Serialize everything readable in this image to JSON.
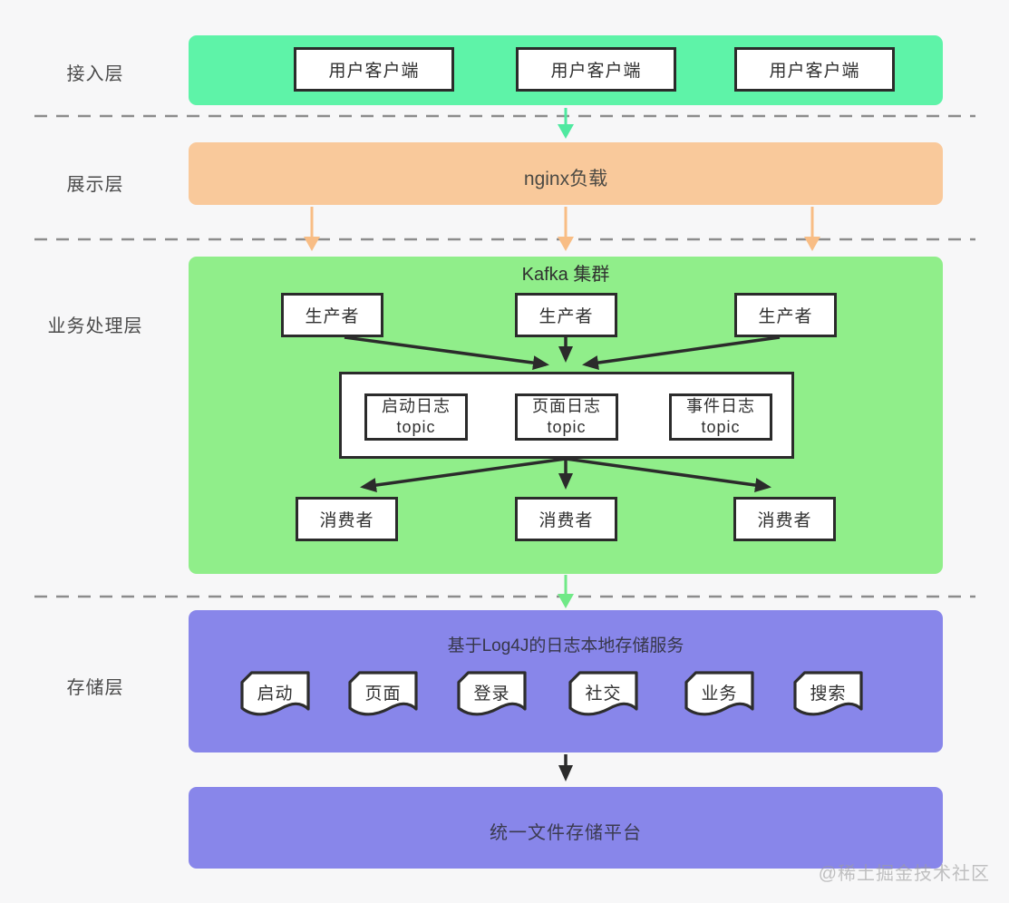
{
  "colors": {
    "bg": "#f7f7f8",
    "mint": "#5ef3a8",
    "orange": "#f9c99b",
    "green": "#90ee8a",
    "purple": "#8886ea",
    "ink": "#2b2b2b",
    "label-ink": "#4a4a4a",
    "dash": "#8c8c8c",
    "mint-arrow": "#4fe9a0",
    "orange-arrow": "#f8bd85",
    "green-arrow": "#70e987"
  },
  "layers": {
    "access": {
      "label": "接入层"
    },
    "display": {
      "label": "展示层"
    },
    "business": {
      "label": "业务处理层"
    },
    "storage": {
      "label": "存储层"
    }
  },
  "access": {
    "clients": [
      "用户客户端",
      "用户客户端",
      "用户客户端"
    ]
  },
  "display": {
    "node": "nginx负载"
  },
  "kafka": {
    "title": "Kafka 集群",
    "producers": [
      "生产者",
      "生产者",
      "生产者"
    ],
    "topics": [
      [
        "启动日志",
        "topic"
      ],
      [
        "页面日志",
        "topic"
      ],
      [
        "事件日志",
        "topic"
      ]
    ],
    "consumers": [
      "消费者",
      "消费者",
      "消费者"
    ]
  },
  "storage": {
    "service_title": "基于Log4J的日志本地存储服务",
    "docs": [
      "启动",
      "页面",
      "登录",
      "社交",
      "业务",
      "搜索"
    ],
    "platform": "统一文件存储平台"
  },
  "watermark": "@稀土掘金技术社区"
}
